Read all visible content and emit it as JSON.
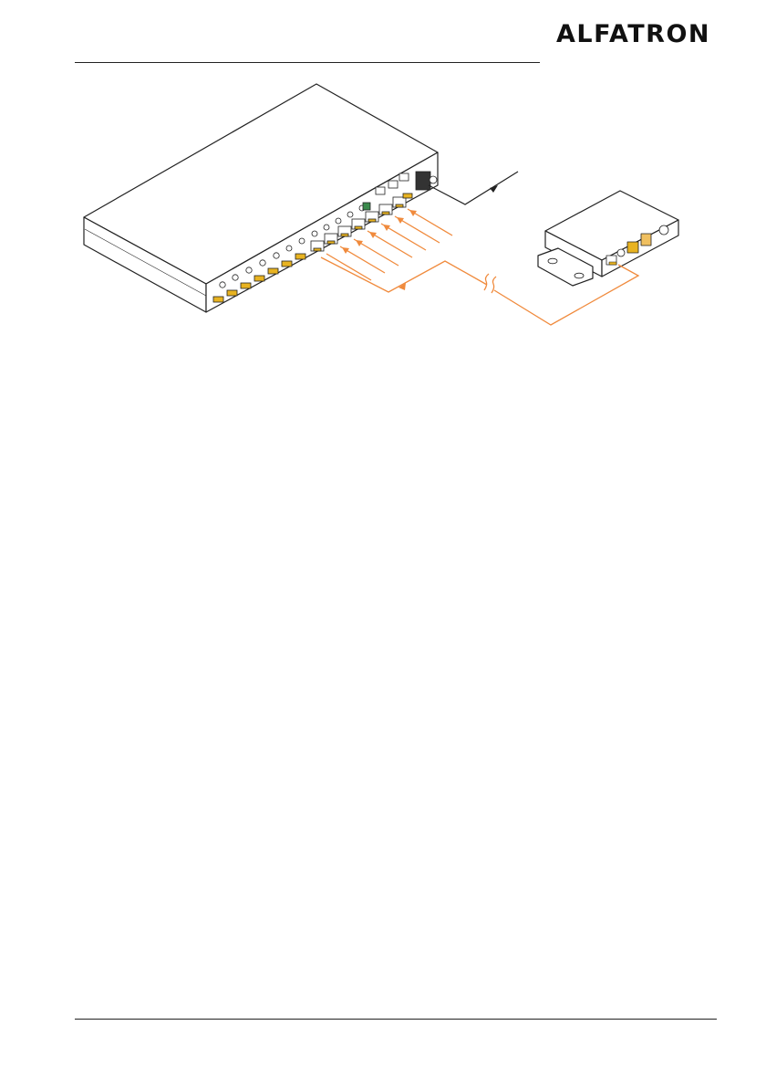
{
  "header": {
    "brand_name": "ALFATRON"
  },
  "diagram": {
    "cable_color": "#f08a3c",
    "line_color": "#222222",
    "elements": [
      "hdmi-matrix-switcher",
      "receiver-unit",
      "power-cable",
      "hdbaset-link-cable"
    ]
  }
}
